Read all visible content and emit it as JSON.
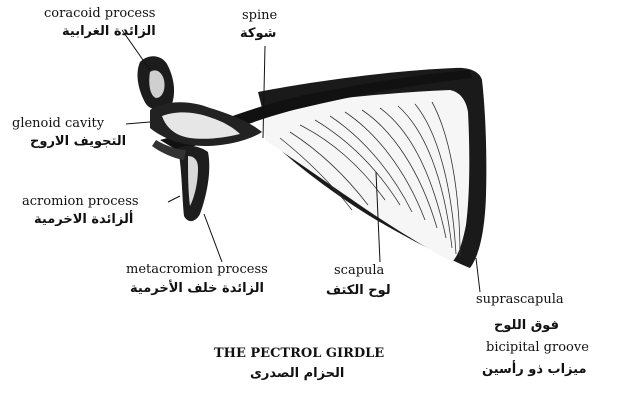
{
  "labels": {
    "coracoid_en": "coracoid process",
    "coracoid_ar": "الزائدة الغرابية",
    "spine_en": "spine",
    "spine_ar": "شوكة",
    "glenoid_en": "glenoid cavity",
    "glenoid_ar": "التجويف الاروح",
    "acromion_en": "acromion process",
    "acromion_ar": "ألزائدة الاخرمية",
    "metacromion_en": "metacromion process",
    "metacromion_ar": "الزائدة خلف الأخرمية",
    "scapula_en": "scapula",
    "scapula_ar": "لوح الكتف",
    "suprascapula_en": "suprascapula",
    "suprascapula_ar": "فوق اللوح",
    "bicipital_en": "bicipital groove",
    "bicipital_ar": "ميزاب ذو رأسين"
  },
  "title": {
    "en": "THE PECTROL GIRDLE",
    "ar": "الحزام الصدرى"
  }
}
